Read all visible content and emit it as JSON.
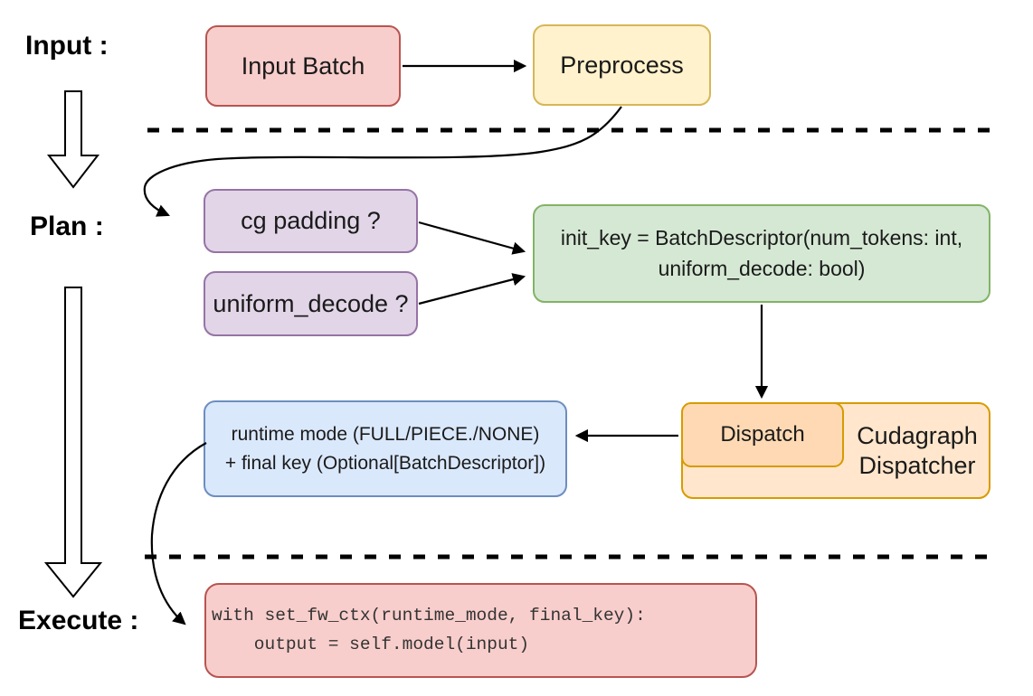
{
  "diagram": {
    "stages": {
      "input": "Input :",
      "plan": "Plan :",
      "execute": "Execute :"
    },
    "nodes": {
      "input_batch": {
        "label": "Input Batch",
        "fill": "#f8cecc",
        "border": "#b85450"
      },
      "preprocess": {
        "label": "Preprocess",
        "fill": "#fff2cc",
        "border": "#d6b656"
      },
      "cg_padding": {
        "label": "cg padding ?",
        "fill": "#e1d5e7",
        "border": "#9673a6"
      },
      "uniform_decode": {
        "label": "uniform_decode ?",
        "fill": "#e1d5e7",
        "border": "#9673a6"
      },
      "init_key": {
        "line1": "init_key = BatchDescriptor(num_tokens: int,",
        "line2": "uniform_decode: bool)",
        "fill": "#d5e8d4",
        "border": "#82b366"
      },
      "dispatch": {
        "label": "Dispatch",
        "fill": "#ffd9b3",
        "border": "#d79b00"
      },
      "cudagraph_dispatcher": {
        "line1": "Cudagraph",
        "line2": "Dispatcher",
        "fill": "#ffe6cc",
        "border": "#d79b00"
      },
      "runtime_mode_key": {
        "line1": "runtime mode (FULL/PIECE./NONE)",
        "line2": "+ final key (Optional[BatchDescriptor])",
        "fill": "#dae8fc",
        "border": "#6c8ebf"
      },
      "execute_code": {
        "code_line1": "with set_fw_ctx(runtime_mode, final_key):",
        "code_line2": "    output = self.model(input)",
        "fill": "#f8cecc",
        "border": "#b85450"
      }
    },
    "arrow_color": "#000000",
    "background": "#ffffff"
  }
}
